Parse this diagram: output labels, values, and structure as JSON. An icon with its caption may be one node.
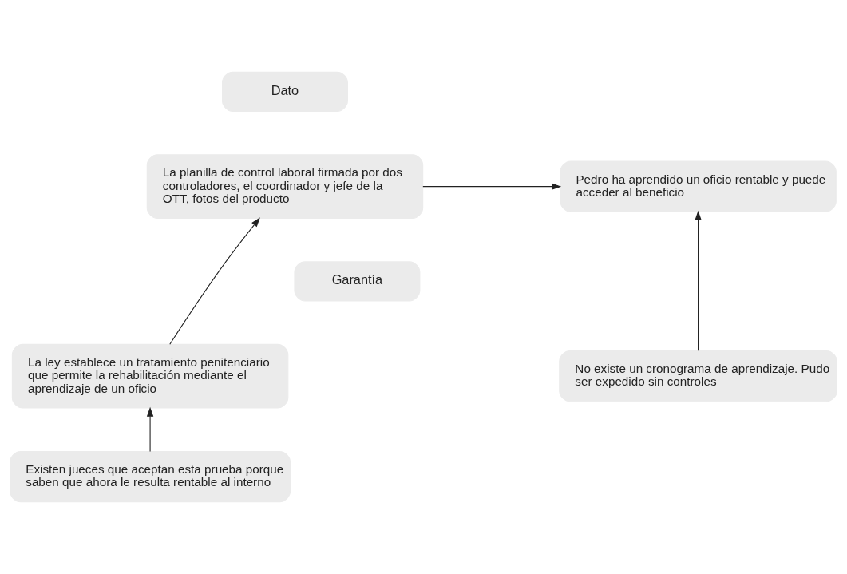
{
  "diagram": {
    "nodes": [
      {
        "text": [
          "Dato"
        ]
      },
      {
        "text": [
          "La planilla de control laboral firmada por dos controladores, el coordinador y jefe de la OTT, fotos del producto"
        ]
      },
      {
        "text": [
          "Pedro ha aprendido un oficio rentable y puede acceder al beneficio"
        ]
      },
      {
        "text": [
          "Garantía"
        ]
      },
      {
        "text": [
          "La ley establece un tratamiento penitenciario que permite la rehabilitación mediante el aprendizaje de un oficio"
        ]
      },
      {
        "text": [
          "No existe un cronograma de aprendizaje. Pudo ser expedido sin controles"
        ]
      },
      {
        "text": [
          "Existen jueces que aceptan esta prueba porque saben que ahora le resulta rentable al interno"
        ]
      }
    ],
    "edges": [
      {
        "from": 1,
        "to": 2,
        "arrow": "to"
      },
      {
        "from": 4,
        "to": 1,
        "arrow": "to"
      },
      {
        "from": 6,
        "to": 4,
        "arrow": "to"
      },
      {
        "from": 5,
        "to": 2,
        "arrow": "to"
      }
    ]
  }
}
